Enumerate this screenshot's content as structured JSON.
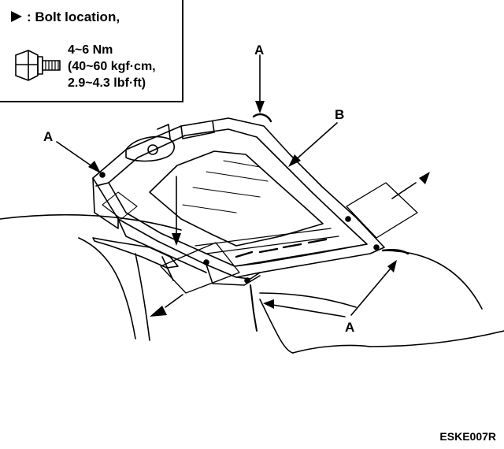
{
  "legend": {
    "bolt_location_label": ": Bolt location,",
    "torque_lines": [
      "4~6 Nm",
      "(40~60 kgf·cm,",
      "2.9~4.3 lbf·ft)"
    ],
    "bolt_icon": "bolt-icon",
    "marker_icon": "bolt-location-arrow-icon"
  },
  "callouts": {
    "a_top": "A",
    "a_left": "A",
    "b": "B",
    "a_bottom": "A"
  },
  "figure_code": "ESKE007R"
}
